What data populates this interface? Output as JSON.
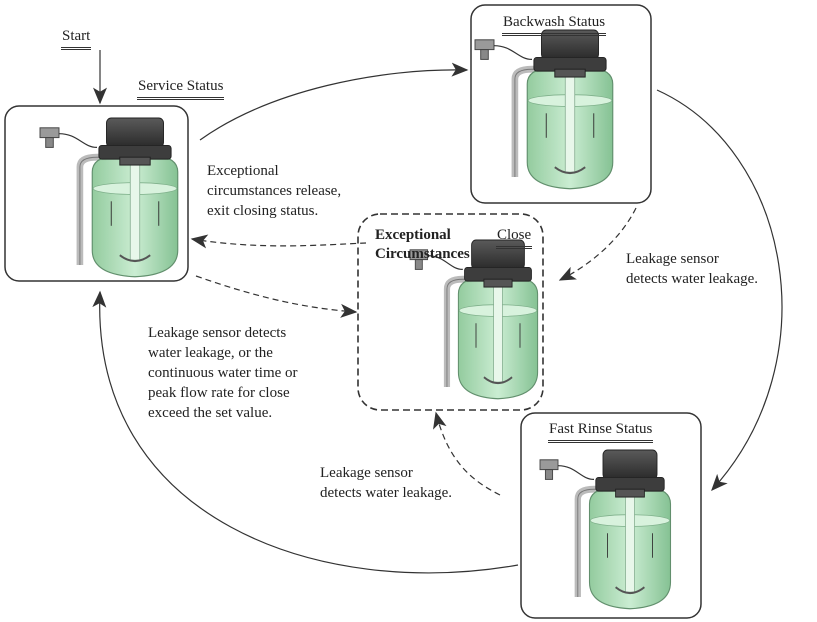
{
  "start": {
    "label": "Start"
  },
  "states": {
    "service": {
      "label": "Service Status"
    },
    "backwash": {
      "label": "Backwash Status"
    },
    "fast_rinse": {
      "label": "Fast Rinse Status"
    },
    "exceptional": {
      "title_line1": "Exceptional",
      "title_line2": "Circumstances",
      "tag": "Close"
    }
  },
  "transitions": {
    "release_line1": "Exceptional",
    "release_line2": "circumstances release,",
    "release_line3": "exit closing status.",
    "service_to_close_line1": "Leakage sensor detects",
    "service_to_close_line2": "water leakage, or the",
    "service_to_close_line3": "continuous water time or",
    "service_to_close_line4": "peak flow rate for close",
    "service_to_close_line5": "exceed the set value.",
    "backwash_leak_line1": "Leakage sensor",
    "backwash_leak_line2": "detects water leakage.",
    "rinse_leak_line1": "Leakage sensor",
    "rinse_leak_line2": "detects water leakage."
  },
  "colors": {
    "tank_green": "#a9d8b0",
    "tank_green_dark": "#6fb585",
    "valve_head": "#3a3a3a",
    "line": "#333333"
  }
}
